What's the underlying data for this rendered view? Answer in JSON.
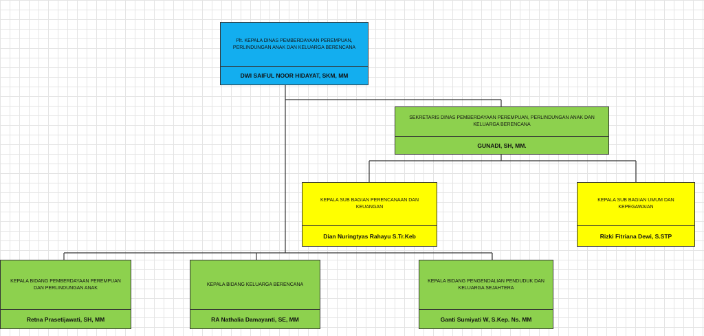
{
  "colors": {
    "head": "#13aeef",
    "green": "#8dd14e",
    "yellow": "#ffff00",
    "line": "#333333"
  },
  "org": {
    "head": {
      "title": "Plt. KEPALA DINAS PEMBERDAYAAN PEREMPUAN, PERLINDUNGAN ANAK DAN KELUARGA BERENCANA",
      "name": "DWI SAIFUL NOOR HIDAYAT, SKM, MM"
    },
    "secretary": {
      "title": "SEKRETARIS DINAS PEMBERDAYAAN PEREMPUAN, PERLINDUNGAN ANAK DAN KELUARGA BERENCANA",
      "name": "GUNADI, SH, MM."
    },
    "sub_planning": {
      "title": "KEPALA SUB BAGIAN PERENCANAAN DAN KEUANGAN",
      "name": "Dian Nuringtyas Rahayu S.Tr.Keb"
    },
    "sub_general": {
      "title": "KEPALA SUB BAGIAN UMUM DAN KEPEGAWAIAN",
      "name": "Rizki Fitriana Dewi, S.STP"
    },
    "div_women": {
      "title": "KEPALA BIDANG PEMBERDAYAAN PEREMPUAN DAN PERLINDUNGAN ANAK",
      "name": "Retna Prasetijawati, SH, MM"
    },
    "div_family": {
      "title": "KEPALA BIDANG KELUARGA BERENCANA",
      "name": "RA Nathalia Damayanti, SE, MM"
    },
    "div_population": {
      "title": "KEPALA BIDANG PENGENDALIAN PENDUDUK DAN KELUARGA SEJAHTERA",
      "name": "Ganti Sumiyati W, S.Kep. Ns. MM"
    }
  }
}
